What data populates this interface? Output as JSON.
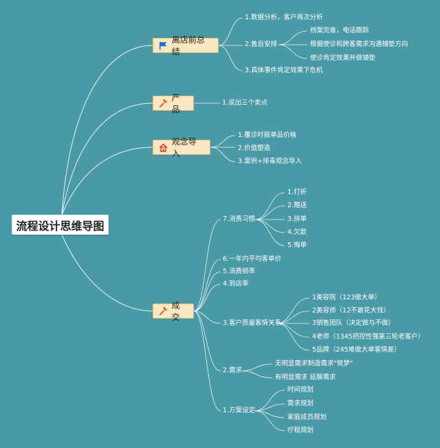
{
  "root": {
    "label": "流程设计思维导图"
  },
  "branches": {
    "summary": {
      "label": "离店前总结",
      "items": {
        "data": "1.数据分析，客户再次分析",
        "after": "2.售后安排",
        "after_children": [
          "档案完善，电话跟踪",
          "根据使诊和跨客需求沟通铺垫方向",
          "使诊肯定效果并做铺垫"
        ],
        "crisis": "3.具体事件肯定效果下危机"
      }
    },
    "product": {
      "label": "产品",
      "items": [
        "1.说出三个卖点"
      ]
    },
    "concept": {
      "label": "观念导入",
      "items": [
        "1.覆诊时报单品价格",
        "2.价值塑造",
        "3.案例+排毒观念导入"
      ]
    },
    "deal": {
      "label": "成交",
      "consume": {
        "label": "7.消费习惯",
        "children": [
          "1.打折",
          "2.赠送",
          "3.拼单",
          "4.欠款",
          "5.悔单"
        ]
      },
      "avg": "6.一年内平均客单价",
      "freq": "5.消费频率",
      "rate": "4.到店率",
      "quality": {
        "label": "3.客户质量客情关系",
        "children": [
          "1美容院（123做大单）",
          "2美容师（12不敢花大钱）",
          "3销售团队（决定做与不做）",
          "4老师（1345把控性强第三轮老客户）",
          "5品牌（245难做大单客情差）"
        ]
      },
      "need": {
        "label": "2.需求",
        "children": [
          "无明显需求制造需求\"筑梦\"",
          "有明显需求 延展需求"
        ]
      },
      "plan": {
        "label": "1.方案设定",
        "children": [
          "时间规划",
          "需求规划",
          "家庭成员规划",
          "疗程规划"
        ]
      }
    }
  },
  "colors": {
    "background": "#4a99a6",
    "branch_fill": "#fbe8c2",
    "branch_border": "#e3b976",
    "flag": "#1f6fd1",
    "hammer": "#d8632b",
    "house": "#d9443a"
  },
  "icons": {
    "summary": "flag-icon",
    "product": "hammer-icon",
    "concept": "house-icon",
    "deal": "hammer-icon"
  }
}
